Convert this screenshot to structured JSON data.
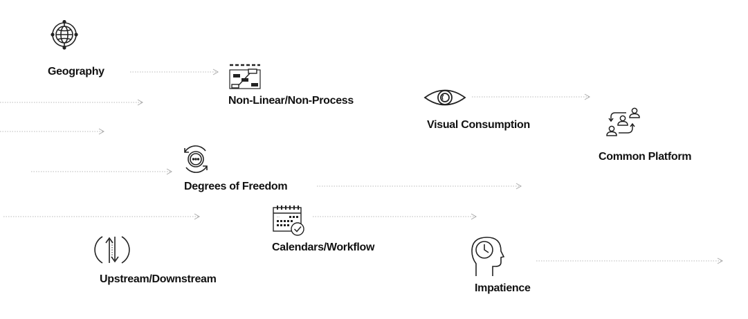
{
  "nodes": {
    "geography": {
      "label": "Geography",
      "icon": "globe-icon"
    },
    "non_linear": {
      "label": "Non-Linear/Non-Process",
      "icon": "gantt-chart-icon"
    },
    "visual_consumption": {
      "label": "Visual Consumption",
      "icon": "eye-icon"
    },
    "common_platform": {
      "label": "Common Platform",
      "icon": "user-exchange-icon"
    },
    "degrees_of_freedom": {
      "label": "Degrees of Freedom",
      "icon": "rotation-cycle-icon"
    },
    "calendars_workflow": {
      "label": "Calendars/Workflow",
      "icon": "calendar-check-icon"
    },
    "upstream_downstream": {
      "label": "Upstream/Downstream",
      "icon": "updown-arrows-icon"
    },
    "impatience": {
      "label": "Impatience",
      "icon": "head-clock-icon"
    }
  },
  "colors": {
    "text": "#111111",
    "icon": "#222222",
    "arrow": "#b4b4b4"
  }
}
